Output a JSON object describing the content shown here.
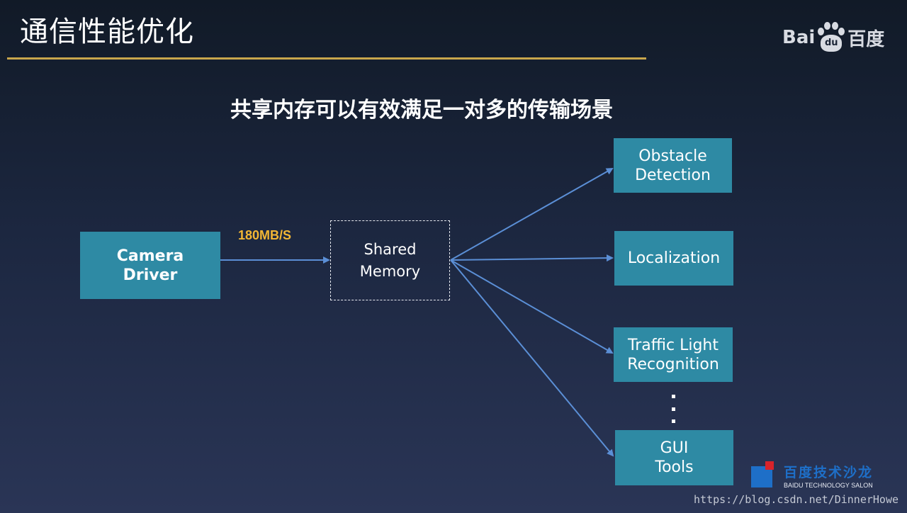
{
  "slide": {
    "title": "通信性能优化",
    "subtitle": "共享内存可以有效满足一对多的传输场景"
  },
  "logo": {
    "text_left": "Bai",
    "text_paw": "du",
    "text_right": "百度"
  },
  "diagram": {
    "source": "Camera\nDriver",
    "rate_label": "180MB/S",
    "hub": "Shared\nMemory",
    "targets": [
      "Obstacle\nDetection",
      "Localization",
      "Traffic Light\nRecognition",
      "GUI\nTools"
    ]
  },
  "branding": {
    "salon_cn": "百度技术沙龙",
    "salon_en": "BAIDU TECHNOLOGY SALON",
    "watermark": "https://blog.csdn.net/DinnerHowe"
  },
  "colors": {
    "box_fill": "#2e8aa4",
    "arrow": "#5b8fd6",
    "rate_label": "#f2b634",
    "title_rule": "#c9a64c"
  }
}
